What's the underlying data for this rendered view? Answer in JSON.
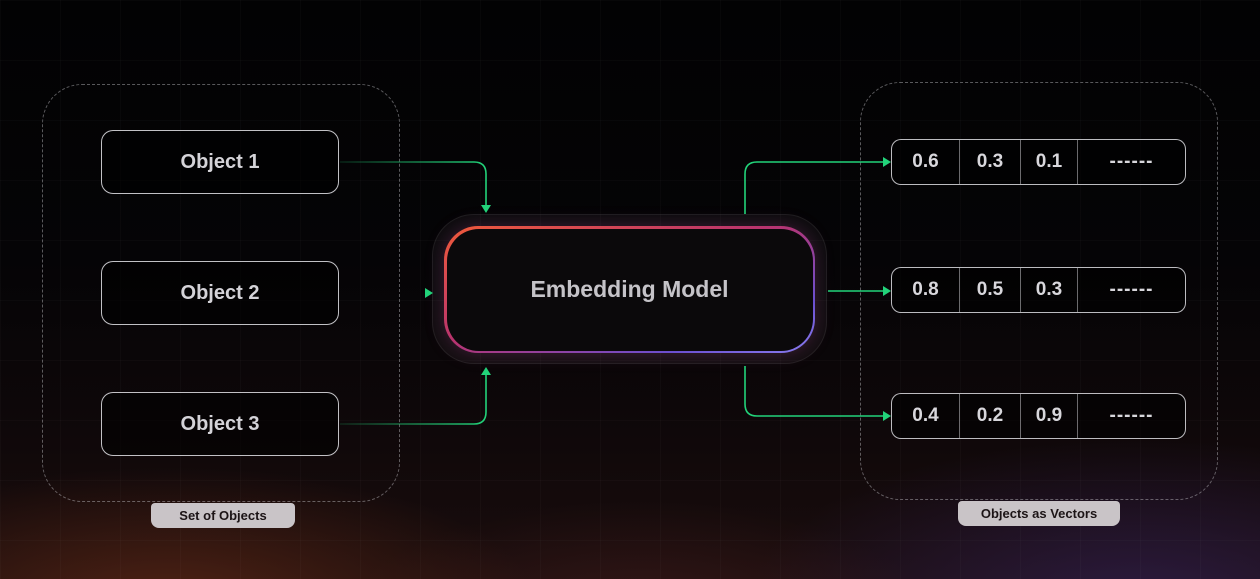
{
  "diagram": {
    "inputs": {
      "label": "Set of Objects",
      "items": [
        {
          "label": "Object 1"
        },
        {
          "label": "Object 2"
        },
        {
          "label": "Object 3"
        }
      ]
    },
    "model": {
      "label": "Embedding Model"
    },
    "outputs": {
      "label": "Objects as Vectors",
      "vectors": [
        {
          "values": [
            "0.6",
            "0.3",
            "0.1"
          ],
          "ellipsis": "------"
        },
        {
          "values": [
            "0.8",
            "0.5",
            "0.3"
          ],
          "ellipsis": "------"
        },
        {
          "values": [
            "0.4",
            "0.2",
            "0.9"
          ],
          "ellipsis": "------"
        }
      ]
    },
    "colors": {
      "arrow": "#22d37a",
      "model_border_start": "#f05a3a",
      "model_border_end": "#8a7df0",
      "label_background": "#c9c4c7"
    }
  }
}
